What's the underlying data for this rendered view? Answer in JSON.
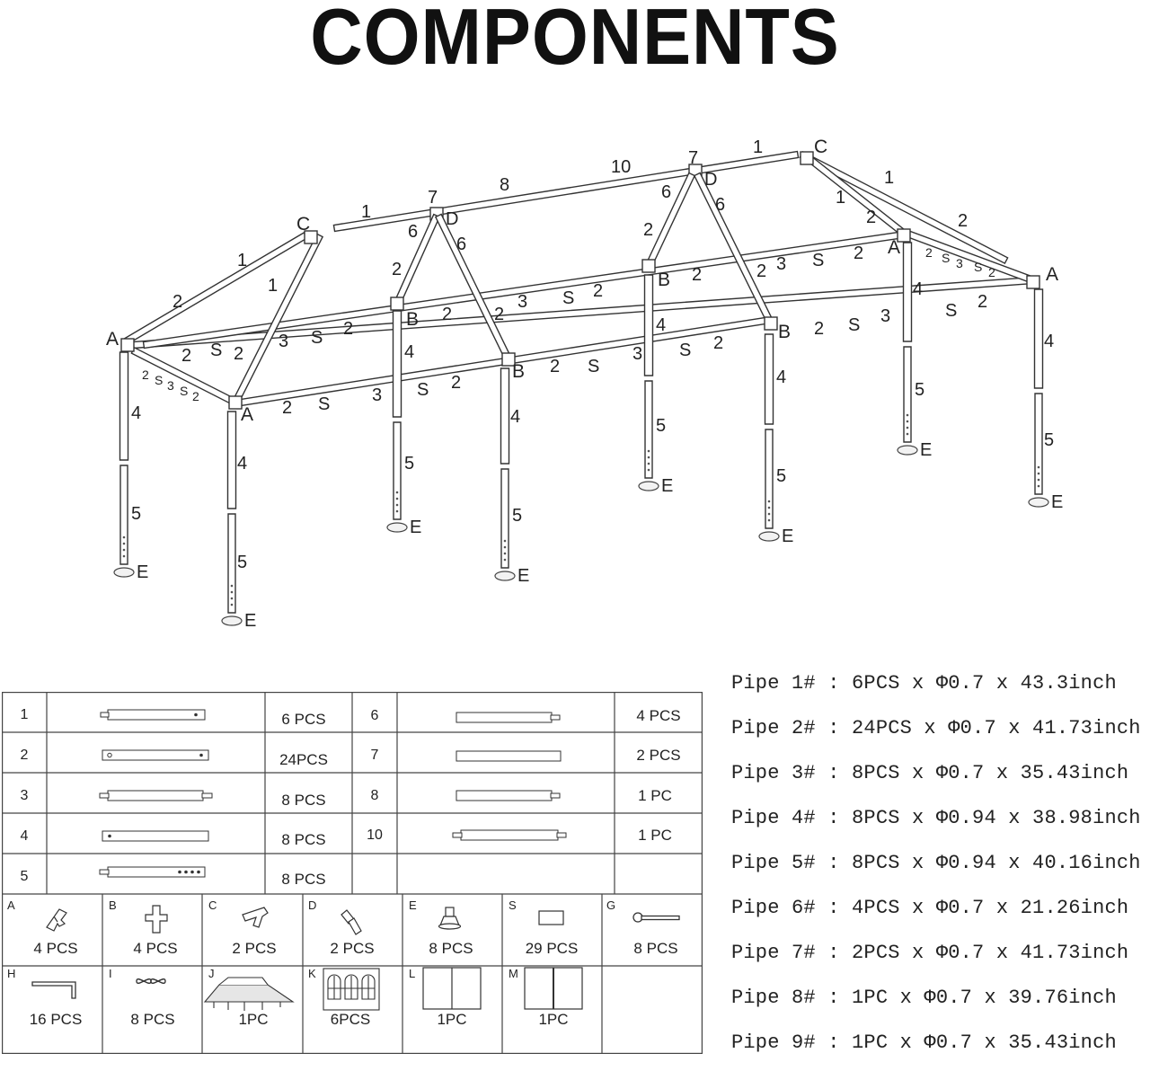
{
  "title": "COMPONENTS",
  "frame": {
    "pipe_labels": [
      "1",
      "2",
      "3",
      "4",
      "5",
      "6",
      "7",
      "8",
      "10",
      "S"
    ],
    "fitting_labels": [
      "A",
      "B",
      "C",
      "D",
      "E"
    ],
    "labels": {
      "A_left": "A",
      "A_front": "A",
      "A_back": "A",
      "A_right": "A",
      "B1": "B",
      "B2": "B",
      "B3": "B",
      "B4": "B",
      "C_left": "C",
      "C_right": "C",
      "D1": "D",
      "D2": "D",
      "E": "E",
      "n1": "1",
      "n2": "2",
      "n3": "3",
      "n4": "4",
      "n5": "5",
      "n6": "6",
      "n7": "7",
      "n8": "8",
      "n10": "10",
      "s": "S"
    }
  },
  "parts_table": {
    "pipes_left": [
      {
        "id": "1",
        "qty": "6 PCS"
      },
      {
        "id": "2",
        "qty": "24PCS"
      },
      {
        "id": "3",
        "qty": "8 PCS"
      },
      {
        "id": "4",
        "qty": "8 PCS"
      },
      {
        "id": "5",
        "qty": "8 PCS"
      }
    ],
    "pipes_right": [
      {
        "id": "6",
        "qty": "4 PCS"
      },
      {
        "id": "7",
        "qty": "2 PCS"
      },
      {
        "id": "8",
        "qty": "1 PC"
      },
      {
        "id": "10",
        "qty": "1 PC"
      }
    ],
    "fittings": [
      {
        "letter": "A",
        "qty": "4 PCS",
        "icon": "elbow-three-way-icon"
      },
      {
        "letter": "B",
        "qty": "4 PCS",
        "icon": "cross-connector-icon"
      },
      {
        "letter": "C",
        "qty": "2 PCS",
        "icon": "peak-connector-icon"
      },
      {
        "letter": "D",
        "qty": "2 PCS",
        "icon": "middle-connector-icon"
      },
      {
        "letter": "E",
        "qty": "8 PCS",
        "icon": "foot-pad-icon"
      },
      {
        "letter": "S",
        "qty": "29 PCS",
        "icon": "clip-icon"
      },
      {
        "letter": "G",
        "qty": "8 PCS",
        "icon": "stake-icon"
      }
    ],
    "accessories": [
      {
        "letter": "H",
        "qty": "16 PCS",
        "icon": "l-bracket-icon"
      },
      {
        "letter": "I",
        "qty": "8 PCS",
        "icon": "bungee-ball-icon"
      },
      {
        "letter": "J",
        "qty": "1PC",
        "icon": "canopy-top-icon"
      },
      {
        "letter": "K",
        "qty": "6PCS",
        "icon": "window-sidewall-icon"
      },
      {
        "letter": "L",
        "qty": "1PC",
        "icon": "door-panel-icon"
      },
      {
        "letter": "M",
        "qty": "1PC",
        "icon": "door-panel-icon"
      }
    ]
  },
  "specs": [
    "Pipe 1# : 6PCS x Φ0.7 x 43.3inch",
    "Pipe 2# : 24PCS x Φ0.7 x 41.73inch",
    "Pipe 3# : 8PCS x Φ0.7 x 35.43inch",
    "Pipe 4# : 8PCS x Φ0.94 x 38.98inch",
    "Pipe 5# : 8PCS x Φ0.94 x 40.16inch",
    "Pipe 6# : 4PCS x Φ0.7 x 21.26inch",
    "Pipe 7# : 2PCS x Φ0.7 x 41.73inch",
    "Pipe 8# : 1PC x Φ0.7 x 39.76inch",
    "Pipe 9# : 1PC x Φ0.7 x 35.43inch"
  ]
}
